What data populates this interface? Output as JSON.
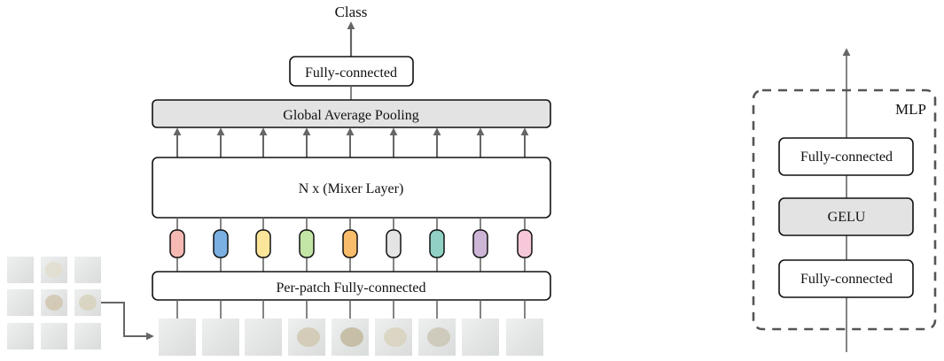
{
  "main": {
    "output_label": "Class",
    "head_label": "Fully-connected",
    "pooling_label": "Global Average Pooling",
    "mixer_label": "N x (Mixer Layer)",
    "embed_label": "Per-patch Fully-connected",
    "token_colors": [
      "#f6b9b3",
      "#7ab0e2",
      "#fbe59a",
      "#c3e5a6",
      "#f9bc6a",
      "#e4e4e4",
      "#8fd2c4",
      "#cdb5d6",
      "#f7c8da"
    ]
  },
  "mlp": {
    "title": "MLP",
    "fc_top_label": "Fully-connected",
    "gelu_label": "GELU",
    "fc_bottom_label": "Fully-connected"
  },
  "colors": {
    "arrow": "#666666",
    "box_border": "#111111",
    "gray_fill": "#e3e3e3",
    "dashed_border": "#555555"
  },
  "icons": [
    "arrow-icon",
    "photo-patch-icon"
  ]
}
